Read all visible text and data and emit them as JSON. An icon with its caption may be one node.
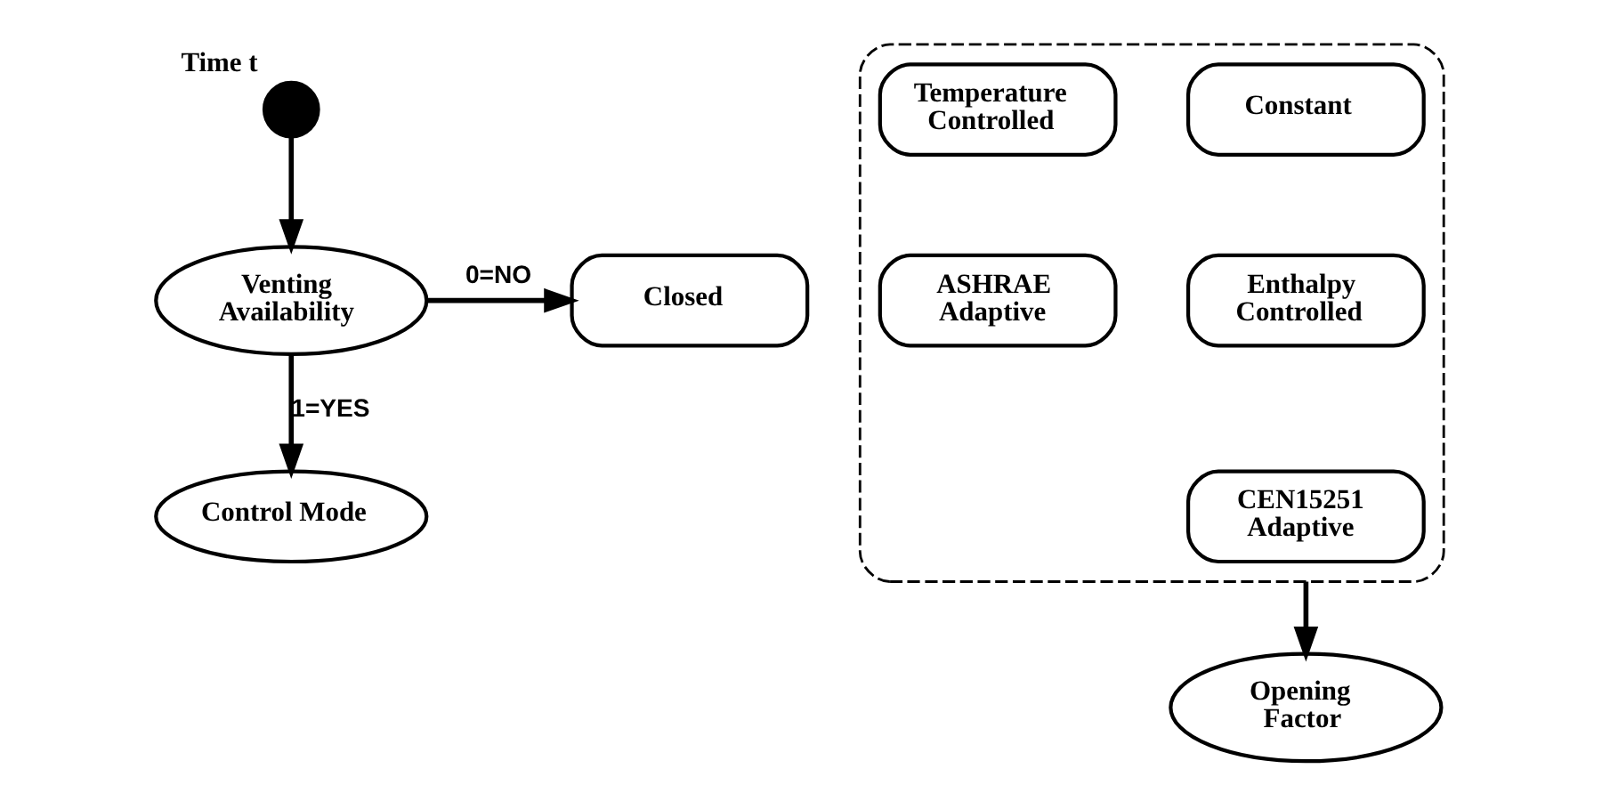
{
  "diagram": {
    "nodes": [
      {
        "text": [
          "Time t"
        ]
      },
      {
        "text": [
          "Venting Availability"
        ]
      },
      {
        "text": [
          "Closed"
        ]
      },
      {
        "text": [
          "Control Mode"
        ]
      },
      {
        "text": [],
        "shape": "box"
      },
      {
        "text": [
          "Constant"
        ],
        "in": 4
      },
      {
        "text": [
          "Temperature Controlled"
        ],
        "in": 4
      },
      {
        "text": [
          "Enthalpy Controlled"
        ],
        "in": 4
      },
      {
        "text": [
          "ASHRAE Adaptive"
        ],
        "in": 4
      },
      {
        "text": [
          "CEN15251 Adaptive"
        ],
        "in": 4
      },
      {
        "text": [
          "Opening Factor"
        ]
      }
    ],
    "edges": [
      {
        "from": 0,
        "to": 1,
        "arrow": "to"
      },
      {
        "from": 1,
        "to": 2,
        "arrow": "to",
        "label": "0=NO"
      },
      {
        "from": 1,
        "to": 3,
        "arrow": "to",
        "label": "1=YES"
      },
      {
        "from": 4,
        "to": 10,
        "arrow": "to"
      }
    ]
  }
}
